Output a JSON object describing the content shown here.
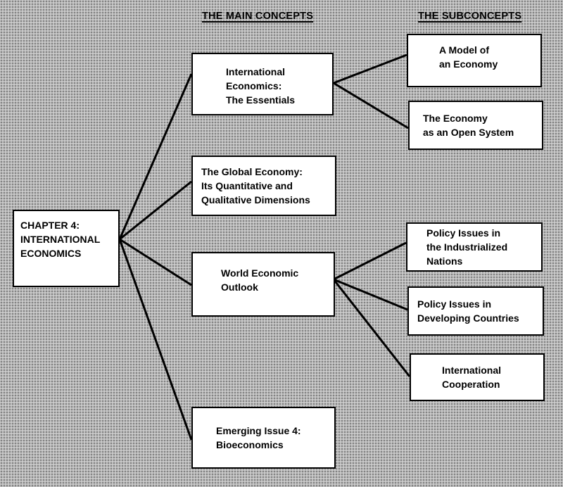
{
  "headers": {
    "main": "THE MAIN CONCEPTS",
    "sub": "THE SUBCONCEPTS"
  },
  "root": {
    "lines": [
      "CHAPTER 4:",
      "INTERNATIONAL",
      "ECONOMICS"
    ]
  },
  "main_concepts": [
    {
      "lines": [
        "International",
        "Economics:",
        "The Essentials"
      ]
    },
    {
      "lines": [
        "The Global Economy:",
        "Its Quantitative and",
        "Qualitative Dimensions"
      ]
    },
    {
      "lines": [
        "World Economic",
        "Outlook"
      ]
    },
    {
      "lines": [
        "Emerging Issue 4:",
        "Bioeconomics"
      ]
    }
  ],
  "sub_concepts": [
    {
      "lines": [
        "A Model of",
        "an Economy"
      ]
    },
    {
      "lines": [
        "The Economy",
        "as an Open System"
      ]
    },
    {
      "lines": [
        "Policy Issues in",
        "the Industrialized",
        "Nations"
      ]
    },
    {
      "lines": [
        "Policy Issues in",
        "Developing Countries"
      ]
    },
    {
      "lines": [
        "International",
        "Cooperation"
      ]
    }
  ],
  "colors": {
    "background": "#b9b9b9",
    "box": "#ffffff",
    "line": "#000000"
  }
}
